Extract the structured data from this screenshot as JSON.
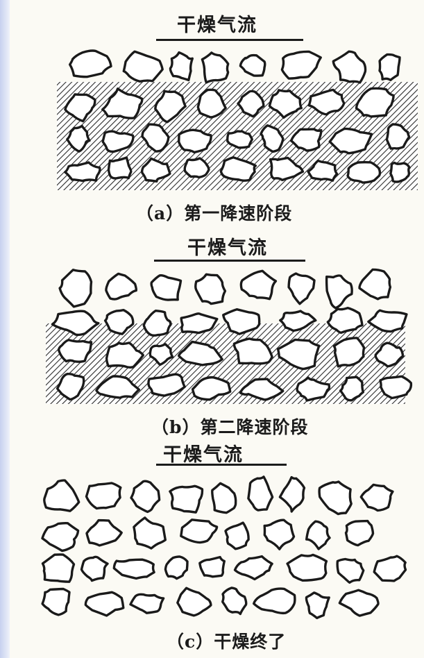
{
  "panels": [
    {
      "flow_label": "干燥气流",
      "caption": "（a）第一降速阶段"
    },
    {
      "flow_label": "干燥气流",
      "caption": "（b）第二降速阶段"
    },
    {
      "flow_label": "干燥气流",
      "caption": "（c）干燥终了"
    }
  ],
  "colors": {
    "ink": "#1a1a1a",
    "paper": "#fbfaf4",
    "hatch": "#2a2a2a"
  }
}
